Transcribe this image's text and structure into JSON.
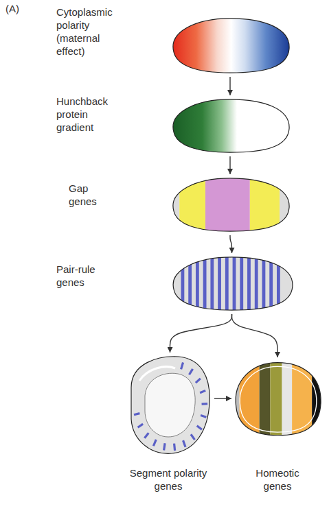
{
  "diagram": {
    "nodes": [
      {
        "text": [
          "Cytoplasmic polarity (maternal effect)"
        ]
      },
      {
        "text": [
          "Hunchback protein gradient"
        ]
      },
      {
        "text": [
          "Gap genes"
        ]
      },
      {
        "text": [
          "Pair-rule genes"
        ]
      },
      {
        "text": [
          "Segment polarity genes"
        ]
      },
      {
        "text": [
          "Homeotic genes"
        ]
      }
    ],
    "edges": [
      {
        "from": 0,
        "to": 1,
        "arrow": "to"
      },
      {
        "from": 1,
        "to": 2,
        "arrow": "to"
      },
      {
        "from": 2,
        "to": 3,
        "arrow": "to"
      },
      {
        "from": 3,
        "to": 4,
        "arrow": "to"
      },
      {
        "from": 3,
        "to": 5,
        "arrow": "to"
      },
      {
        "from": 4,
        "to": 5,
        "arrow": "to"
      }
    ],
    "labels": [
      "(A)"
    ]
  }
}
